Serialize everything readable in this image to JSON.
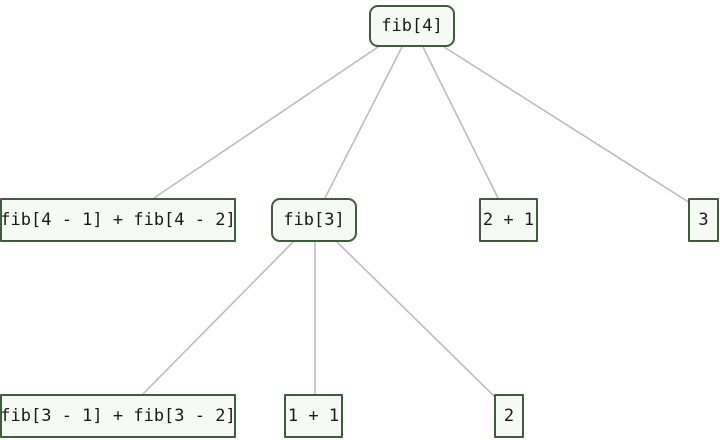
{
  "tree": {
    "root": {
      "label": "fib[4]"
    },
    "children": [
      {
        "label": "fib[4 - 1] + fib[4 - 2]"
      },
      {
        "label": "fib[3]"
      },
      {
        "label": "2 + 1"
      },
      {
        "label": "3"
      }
    ],
    "grandchildren": [
      {
        "label": "fib[3 - 1] + fib[3 - 2]"
      },
      {
        "label": "1 + 1"
      },
      {
        "label": "2"
      }
    ]
  },
  "colors": {
    "node_border": "#3f5c3c",
    "node_fill": "#f6faf5",
    "edge": "#bdbdbd"
  }
}
